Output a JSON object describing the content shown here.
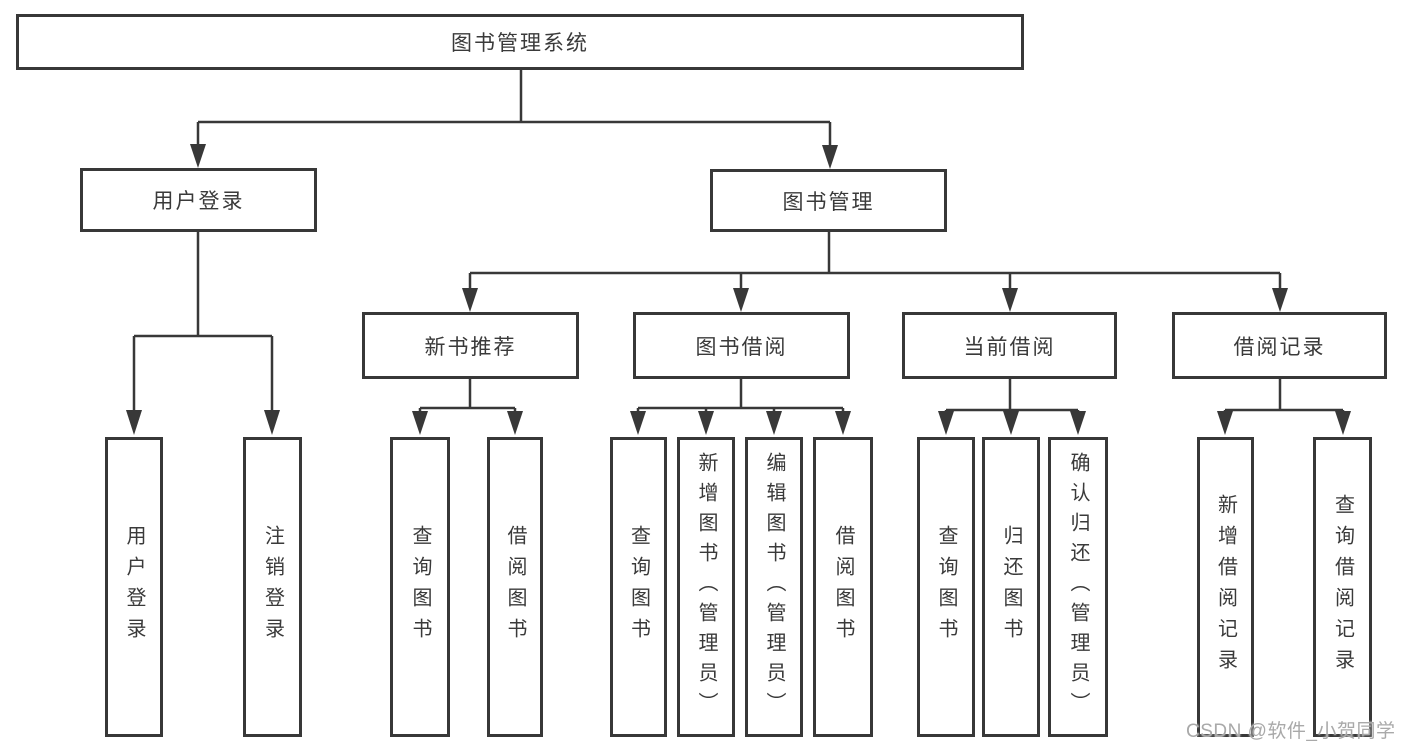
{
  "diagram": {
    "root": {
      "label": "图书管理系统"
    },
    "branches": [
      {
        "label": "用户登录",
        "children": [
          {
            "label": "用户登录"
          },
          {
            "label": "注销登录"
          }
        ]
      },
      {
        "label": "图书管理",
        "children": [
          {
            "label": "新书推荐",
            "children": [
              {
                "label": "查询图书"
              },
              {
                "label": "借阅图书"
              }
            ]
          },
          {
            "label": "图书借阅",
            "children": [
              {
                "label": "查询图书"
              },
              {
                "label": "新增图书（管理员）"
              },
              {
                "label": "编辑图书（管理员）"
              },
              {
                "label": "借阅图书"
              }
            ]
          },
          {
            "label": "当前借阅",
            "children": [
              {
                "label": "查询图书"
              },
              {
                "label": "归还图书"
              },
              {
                "label": "确认归还（管理员）"
              }
            ]
          },
          {
            "label": "借阅记录",
            "children": [
              {
                "label": "新增借阅记录"
              },
              {
                "label": "查询借阅记录"
              }
            ]
          }
        ]
      }
    ]
  },
  "watermark": {
    "text": "CSDN @软件_小贺同学"
  },
  "colors": {
    "line": "#383838",
    "text": "#3a3a3a",
    "background": "#ffffff",
    "watermark": "#a9a9a9"
  }
}
